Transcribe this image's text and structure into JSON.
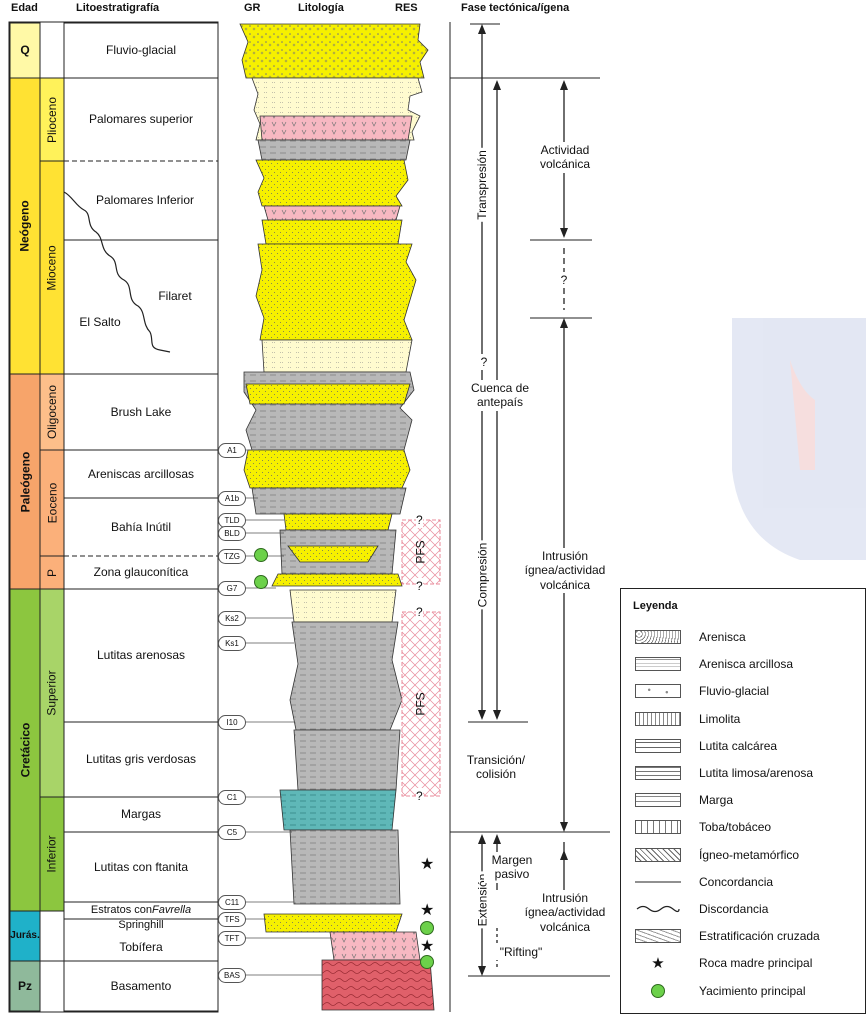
{
  "headers": {
    "edad": "Edad",
    "lito": "Litoestratigrafía",
    "gr": "GR",
    "litologia": "Litología",
    "res": "RES",
    "fase": "Fase tectónica/ígena"
  },
  "eras": [
    {
      "label": "Q",
      "color": "#fff9a6"
    },
    {
      "label": "Neógeno",
      "color": "#ffe233"
    },
    {
      "label": "Paleógeno",
      "color": "#f7a46a"
    },
    {
      "label": "Cretácico",
      "color": "#8cc63f"
    },
    {
      "label": "Jurás.",
      "color": "#1fb1c9"
    },
    {
      "label": "Pz",
      "color": "#8fb99b"
    }
  ],
  "epochs": [
    {
      "label": "Plioceno",
      "color": "#fff25a"
    },
    {
      "label": "Mioceno",
      "color": "#ffe233"
    },
    {
      "label": "Oligoceno",
      "color": "#fdbf8a"
    },
    {
      "label": "Eoceno",
      "color": "#fbb07a"
    },
    {
      "label": "P",
      "color": "#fbb07a"
    },
    {
      "label": "Superior",
      "color": "#a8d468"
    },
    {
      "label": "Inferior",
      "color": "#8cc63f"
    }
  ],
  "formations": [
    "Fluvio-glacial",
    "Palomares superior",
    "Palomares Inferior",
    "Filaret",
    "El Salto",
    "Brush Lake",
    "Areniscas arcillosas",
    "Bahía Inútil",
    "Zona glauconítica",
    "Lutitas arenosas",
    "Lutitas gris verdosas",
    "Margas",
    "Lutitas con ftanita",
    "Estratos con ",
    "Favrella",
    "Springhill",
    "Tobífera",
    "Basamento"
  ],
  "markers": [
    "A1",
    "A1b",
    "TLD",
    "BLD",
    "TZG",
    "G7",
    "Ks2",
    "Ks1",
    "I10",
    "C1",
    "C5",
    "C11",
    "TFS",
    "TFT",
    "BAS"
  ],
  "res_boxes": [
    {
      "label": "PFS",
      "query_top": "?",
      "query_bottom": "?"
    },
    {
      "label": "PFS",
      "query_top": "?",
      "query_bottom": "?"
    }
  ],
  "tectonic": {
    "transpresion": "Transpresión",
    "compresion": "Compresión",
    "extension": "Extensión",
    "cuenca": "Cuenca de antepaís",
    "cuenca_q": "?",
    "transicion": "Transición/ colisión",
    "margen": "Margen pasivo",
    "rifting": "\"Rifting\"",
    "actividad": "Actividad volcánica",
    "intrusion1": "Intrusión ígnea/actividad volcánica",
    "intrusion2": "Intrusión ígnea/actividad volcánica",
    "q_mid": "?"
  },
  "legend": {
    "title": "Leyenda",
    "items": [
      {
        "label": "Arenisca",
        "swatch": "arenisca"
      },
      {
        "label": "Arenisca arcillosa",
        "swatch": "arenisca-arcillosa"
      },
      {
        "label": "Fluvio-glacial",
        "swatch": "fluvio"
      },
      {
        "label": "Limolita",
        "swatch": "limolita"
      },
      {
        "label": "Lutita calcárea",
        "swatch": "lutita-calcarea"
      },
      {
        "label": "Lutita limosa/arenosa",
        "swatch": "lutita-limosa"
      },
      {
        "label": "Marga",
        "swatch": "marga"
      },
      {
        "label": "Toba/tobáceo",
        "swatch": "toba"
      },
      {
        "label": "Ígneo-metamórfico",
        "swatch": "igneo"
      },
      {
        "label": "Concordancia",
        "swatch": "concordancia"
      },
      {
        "label": "Discordancia",
        "swatch": "discordancia"
      },
      {
        "label": "Estratificación cruzada",
        "swatch": "cruzada"
      },
      {
        "label": "Roca madre principal",
        "swatch": "star"
      },
      {
        "label": "Yacimiento principal",
        "swatch": "circle"
      }
    ]
  },
  "colors": {
    "sand": "#f6f000",
    "shale": "#b8b8b8",
    "marl": "#5fb8b8",
    "tuff": "#f7b8c2",
    "basement": "#e0606a",
    "limestone": "#fff9c0",
    "green_dot": "#6cd14a"
  }
}
